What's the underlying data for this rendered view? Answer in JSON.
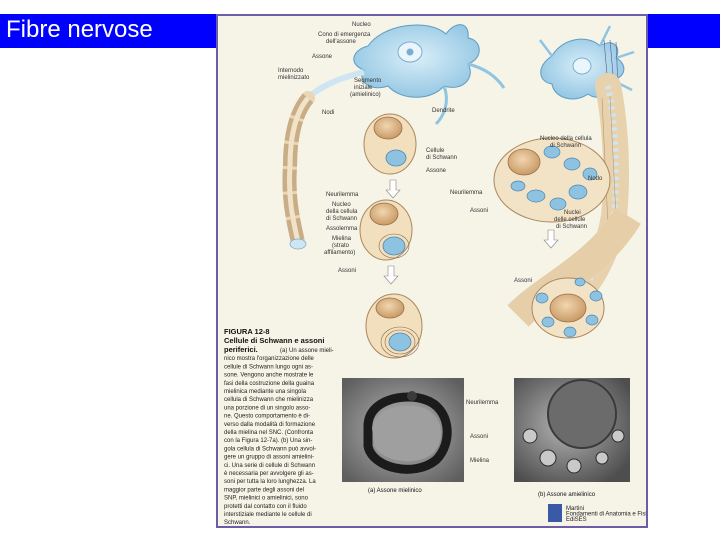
{
  "slide": {
    "title": "Fibre nervose",
    "title_bar_color": "#0000ff"
  },
  "figure": {
    "labels": {
      "nucleo": "Nucleo",
      "cono_1": "Cono di emergenza",
      "cono_2": "dell'assone",
      "assone_top": "Assone",
      "internodo_1": "Internodo",
      "internodo_2": "mielinizzato",
      "segmento_1": "Segmento",
      "segmento_2": "iniziale",
      "segmento_3": "(amielinico)",
      "nodi": "Nodi",
      "dendrite": "Dendrite",
      "cellule_schwann_1": "Cellule",
      "cellule_schwann_2": "di Schwann",
      "assone_mid": "Assone",
      "neurilemma_1": "Neurilemma",
      "nucleo_schwann_1": "Nucleo",
      "nucleo_schwann_2": "della cellula",
      "nucleo_schwann_3": "di Schwann",
      "assolemma": "Assolemma",
      "mielina_1": "Mielina",
      "mielina_2": "(strato",
      "mielina_3": "affilamento)",
      "assoni_low": "Assoni",
      "nucleo_cell_1": "Nucleo della cellula",
      "nucleo_cell_2": "di Schwann",
      "nodo": "Nodo",
      "neurilemma_2": "Neurilemma",
      "assoni_right": "Assoni",
      "nuclei_1": "Nuclei",
      "nuclei_2": "delle cellule",
      "nuclei_3": "di Schwann",
      "assoni_bottom": "Assoni",
      "neurilemma_em": "Neurilemma",
      "assoni_em": "Assoni",
      "mielina_em": "Mielina",
      "sub_a": "(a) Assone mielinico",
      "sub_b": "(b) Assone amielinico",
      "publisher": "Martini\nFondamenti di Anatomia e Fisiologia\nEdiSES"
    },
    "caption": {
      "heading": "FIGURA 12-8",
      "title_1": "Cellule di Schwann e assoni",
      "title_2": "periferici.",
      "lines": [
        "(a) Un assone mieli-",
        "nico mostra l'organizzazione delle",
        "cellule di Schwann lungo ogni as-",
        "sone. Vengono anche mostrate le",
        "fasi della costruzione della guaina",
        "mielinica mediante una singola",
        "cellula di Schwann che mielinizza",
        "una porzione di un singolo asso-",
        "ne. Questo comportamento è di-",
        "verso dalla modalità di formazione",
        "della mielina nel SNC. (Confronta",
        "con la Figura 12-7a). (b) Una sin-",
        "gola cellula di Schwann può avvol-",
        "gere un gruppo di assoni amielini-",
        "ci. Una serie di cellule di Schwann",
        "è necessaria per avvolgere gli as-",
        "soni per tutta la loro lunghezza. La",
        "maggior parte degli assoni del",
        "SNP, mielinici o amielinici, sono",
        "protetti dal contatto con il fluido",
        "interstiziale mediante le cellule di",
        "Schwann."
      ]
    }
  }
}
